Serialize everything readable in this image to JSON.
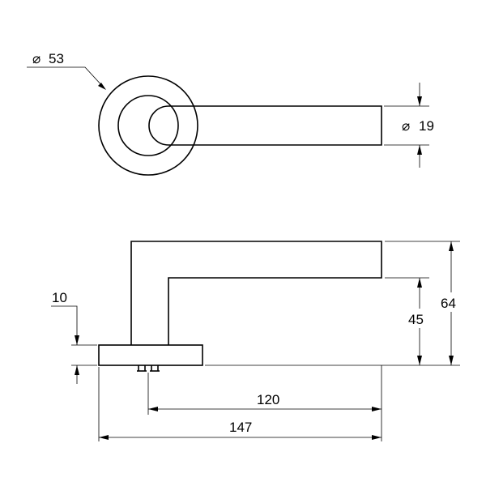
{
  "drawing": {
    "type": "technical drawing",
    "views": {
      "top": {
        "rose_diameter_label": "53",
        "lever_diameter_label": "19",
        "diameter_symbol": "⌀"
      },
      "side": {
        "rose_thickness_label": "10",
        "lever_reach_label": "120",
        "overall_length_label": "147",
        "lever_drop_label": "45",
        "overall_height_label": "64"
      }
    }
  }
}
